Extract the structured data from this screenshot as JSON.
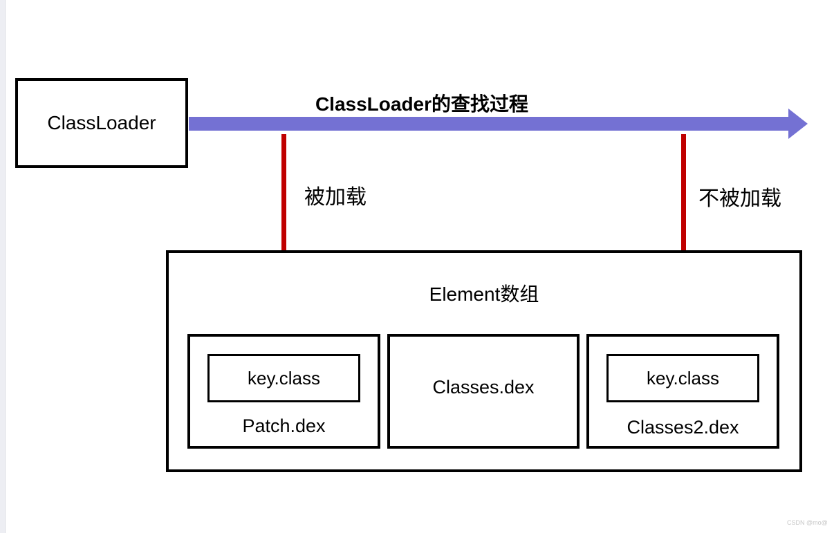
{
  "diagram": {
    "title": "ClassLoader的查找过程",
    "classloader_label": "ClassLoader",
    "left_arrow_label": "被加载",
    "right_arrow_label": "不被加载",
    "element_array_label": "Element数组",
    "dex_items": [
      {
        "class_label": "key.class",
        "dex_label": "Patch.dex"
      },
      {
        "dex_label": "Classes.dex"
      },
      {
        "class_label": "key.class",
        "dex_label": "Classes2.dex"
      }
    ],
    "colors": {
      "main_arrow": "#7471d3",
      "load_arrow": "#c00000",
      "box_border": "#000000"
    }
  },
  "watermark": "CSDN @mo@"
}
